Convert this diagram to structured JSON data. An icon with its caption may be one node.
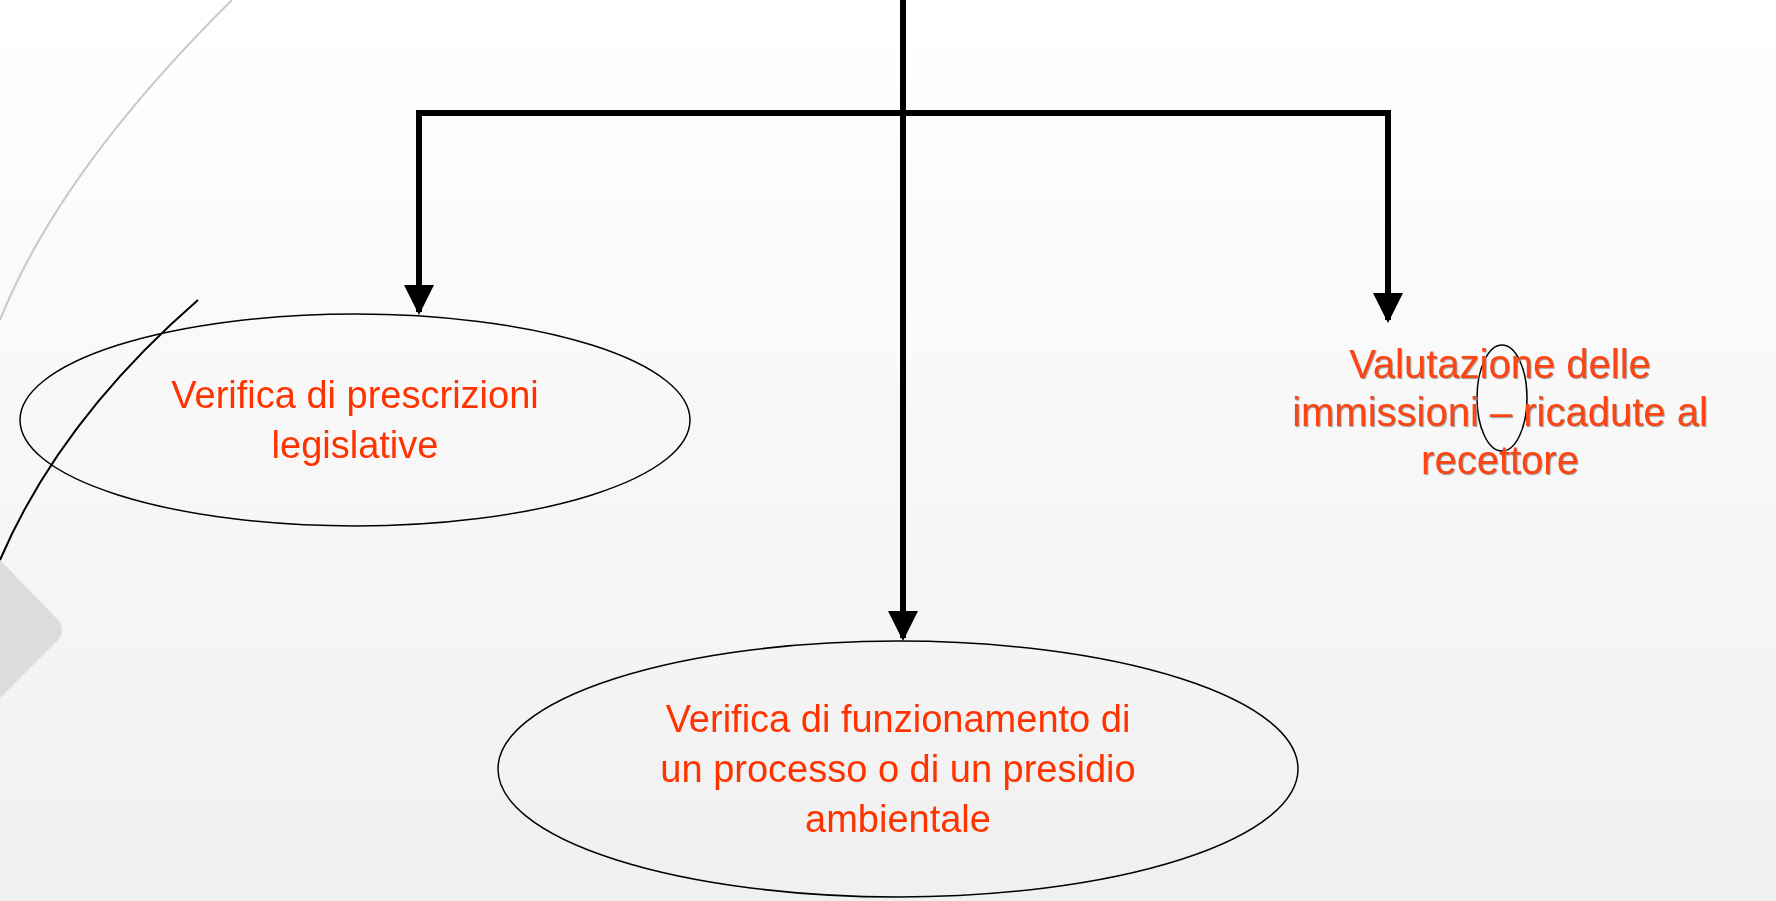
{
  "diagram": {
    "nodes": [
      {
        "text": [
          "Verifica di prescrizioni legislative"
        ]
      },
      {
        "text": [
          "Verifica di funzionamento di un processo o di un presidio ambientale"
        ]
      },
      {
        "text": [
          "Valutazione delle immissioni – ricadute al recettore"
        ]
      }
    ],
    "edges": [
      {
        "from": null,
        "to": 0,
        "arrow": "to"
      },
      {
        "from": null,
        "to": 1,
        "arrow": "to"
      },
      {
        "from": null,
        "to": 2,
        "arrow": "to"
      }
    ]
  }
}
